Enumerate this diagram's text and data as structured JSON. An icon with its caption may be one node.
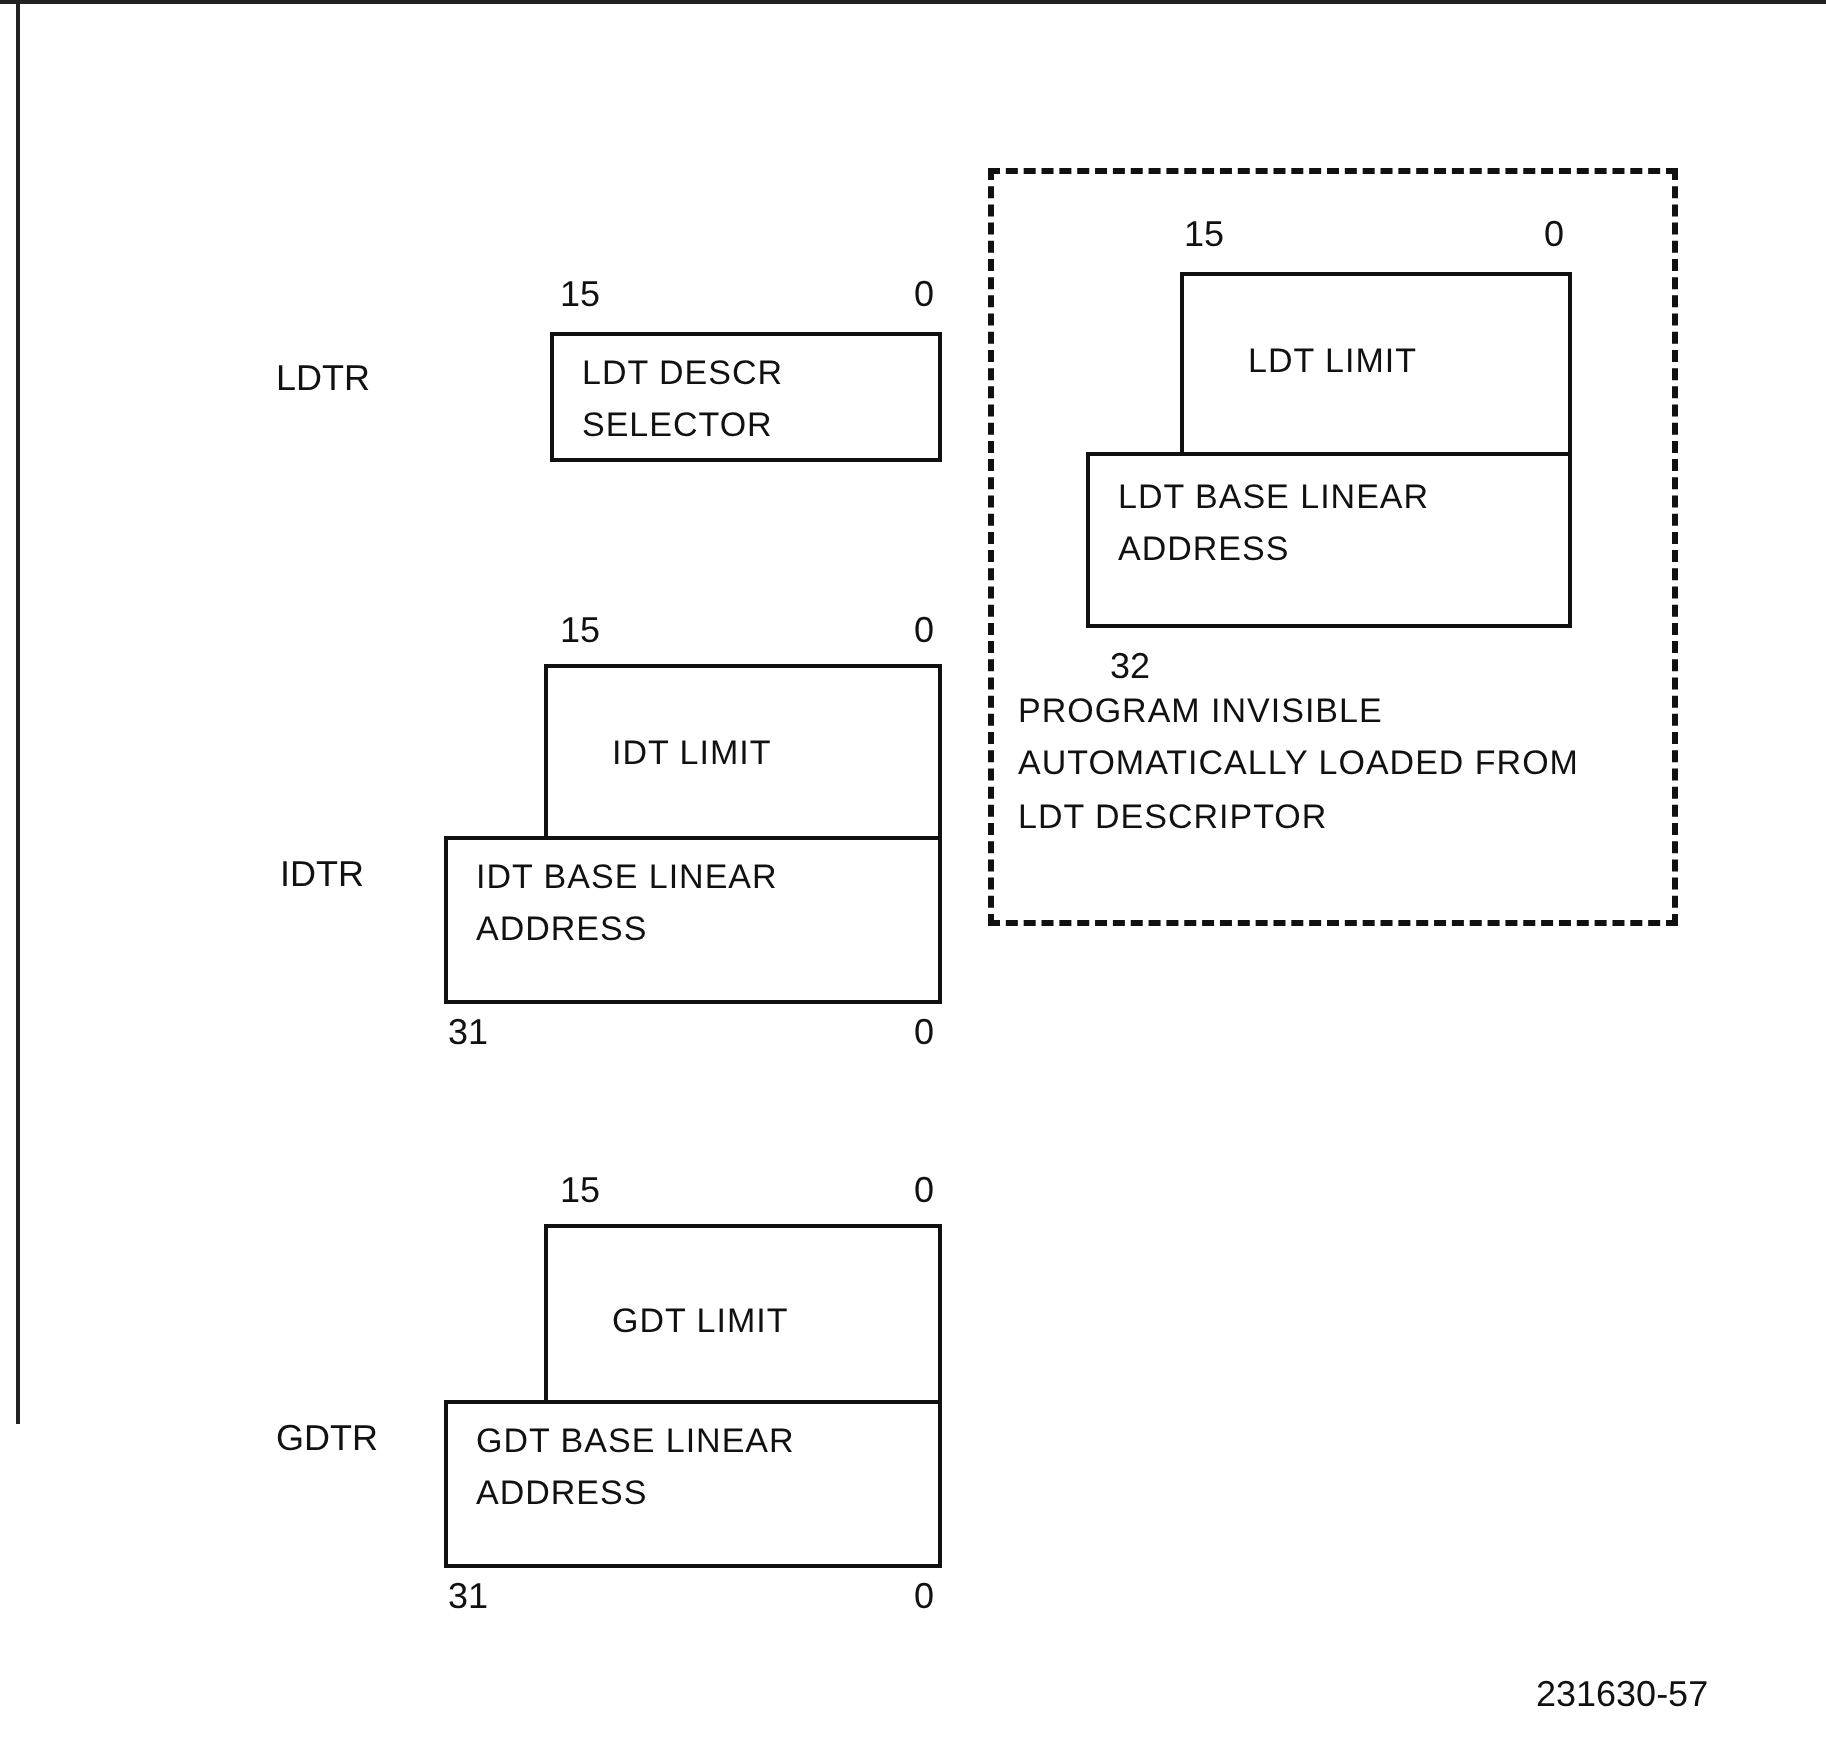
{
  "diagram": {
    "nodes": [
      {
        "text": [
          "LDT DESCR SELECTOR"
        ],
        "beside": [
          "15",
          "0"
        ]
      },
      {
        "text": [
          "PROGRAM INVISIBLE AUTOMATICALLY LOADED FROM LDT DESCRIPTOR"
        ]
      },
      {
        "text": [
          "LDT LIMIT"
        ],
        "in": 1,
        "beside": [
          "15",
          "0"
        ]
      },
      {
        "text": [
          "LDT BASE LINEAR ADDRESS"
        ],
        "in": 1,
        "beside": [
          "32"
        ]
      },
      {
        "text": [
          "IDT LIMIT"
        ],
        "beside": [
          "15",
          "0"
        ]
      },
      {
        "text": [
          "IDT BASE LINEAR ADDRESS"
        ],
        "beside": [
          "31",
          "0"
        ]
      },
      {
        "text": [
          "GDT LIMIT"
        ],
        "beside": [
          "15",
          "0"
        ]
      },
      {
        "text": [
          "GDT BASE LINEAR ADDRESS"
        ],
        "beside": [
          "31",
          "0"
        ]
      }
    ],
    "labels": [
      "LDTR",
      "IDTR",
      "GDTR",
      "231630-57"
    ]
  }
}
